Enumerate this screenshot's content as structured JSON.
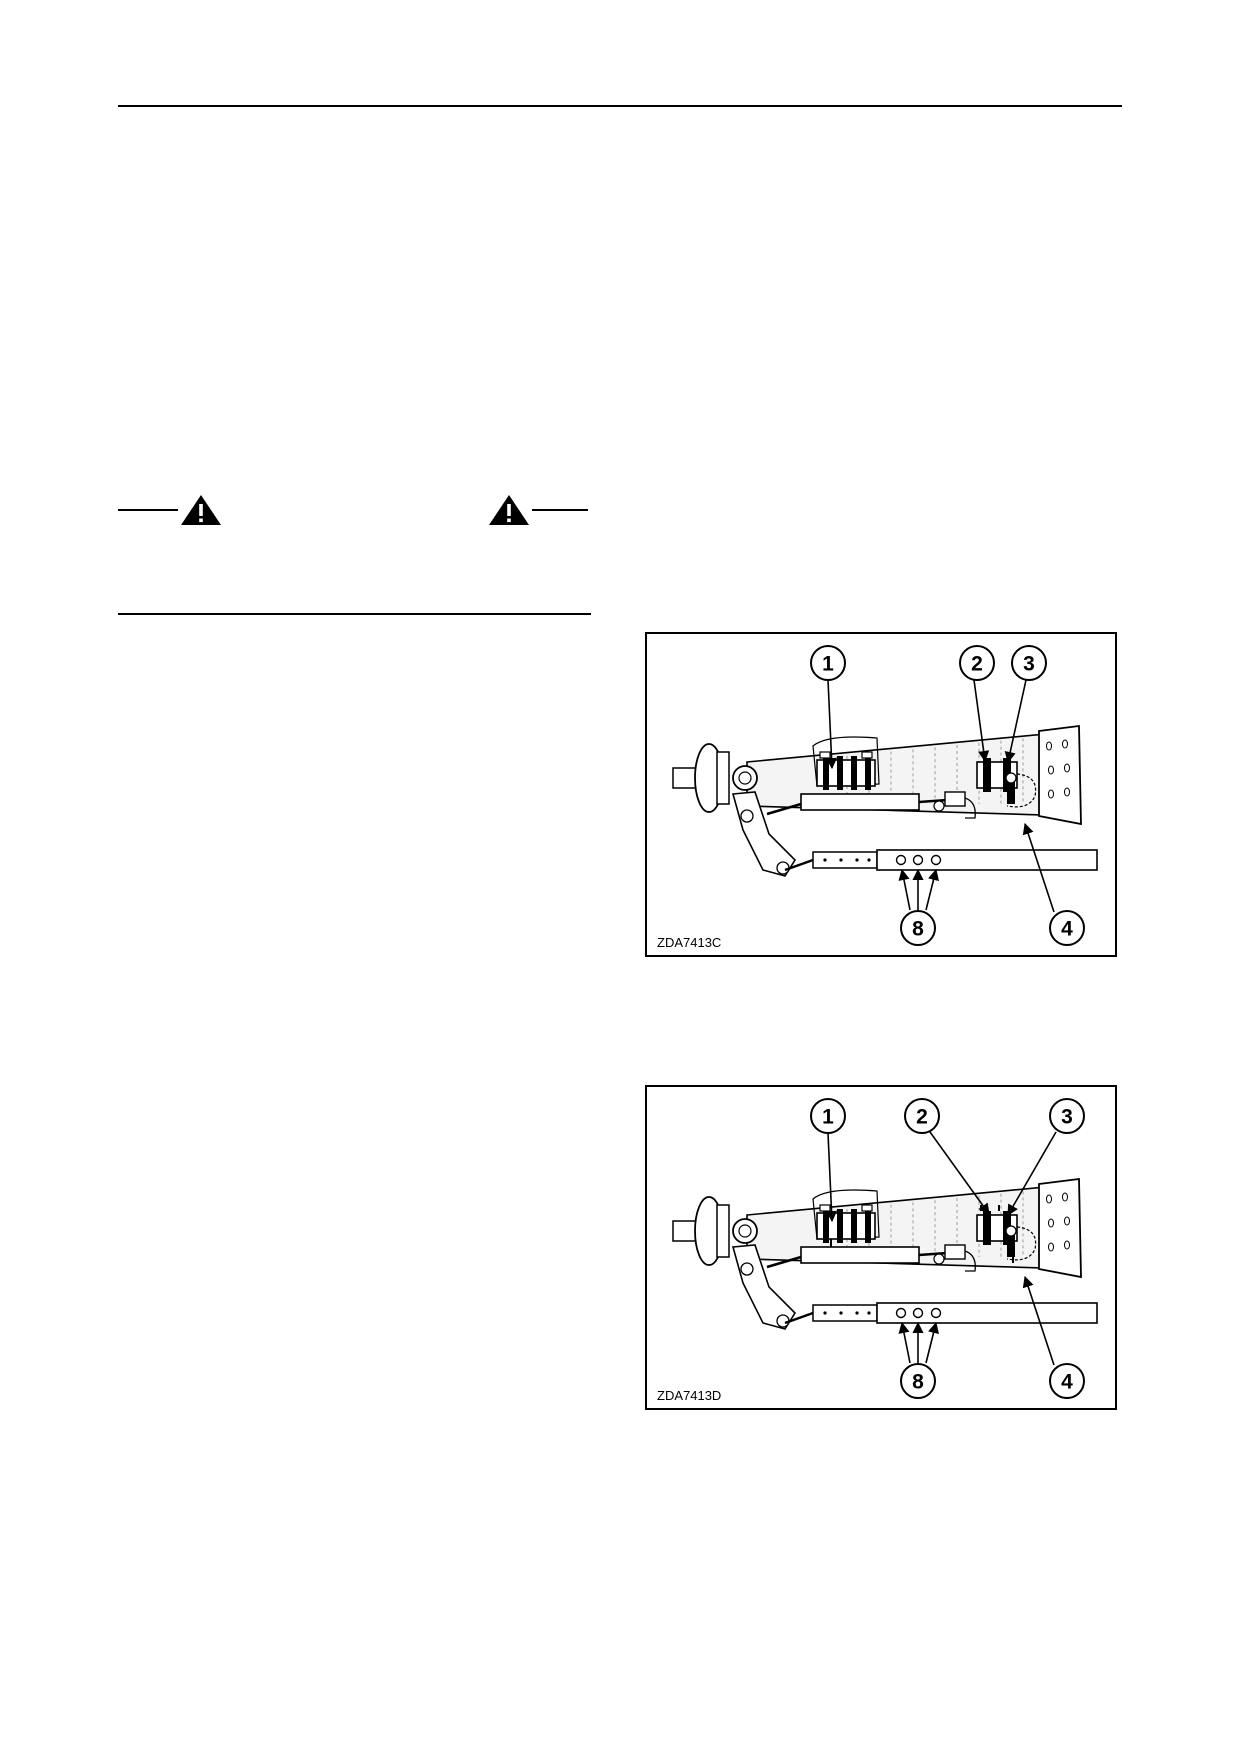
{
  "figures": [
    {
      "code": "ZDA7413C",
      "callouts": [
        "1",
        "2",
        "3",
        "4",
        "8"
      ]
    },
    {
      "code": "ZDA7413D",
      "callouts": [
        "1",
        "2",
        "3",
        "4",
        "8"
      ]
    }
  ],
  "icons": {
    "warning": "warning-triangle-icon"
  },
  "colors": {
    "ink": "#000000",
    "paper": "#ffffff",
    "hatch": "#888888"
  }
}
